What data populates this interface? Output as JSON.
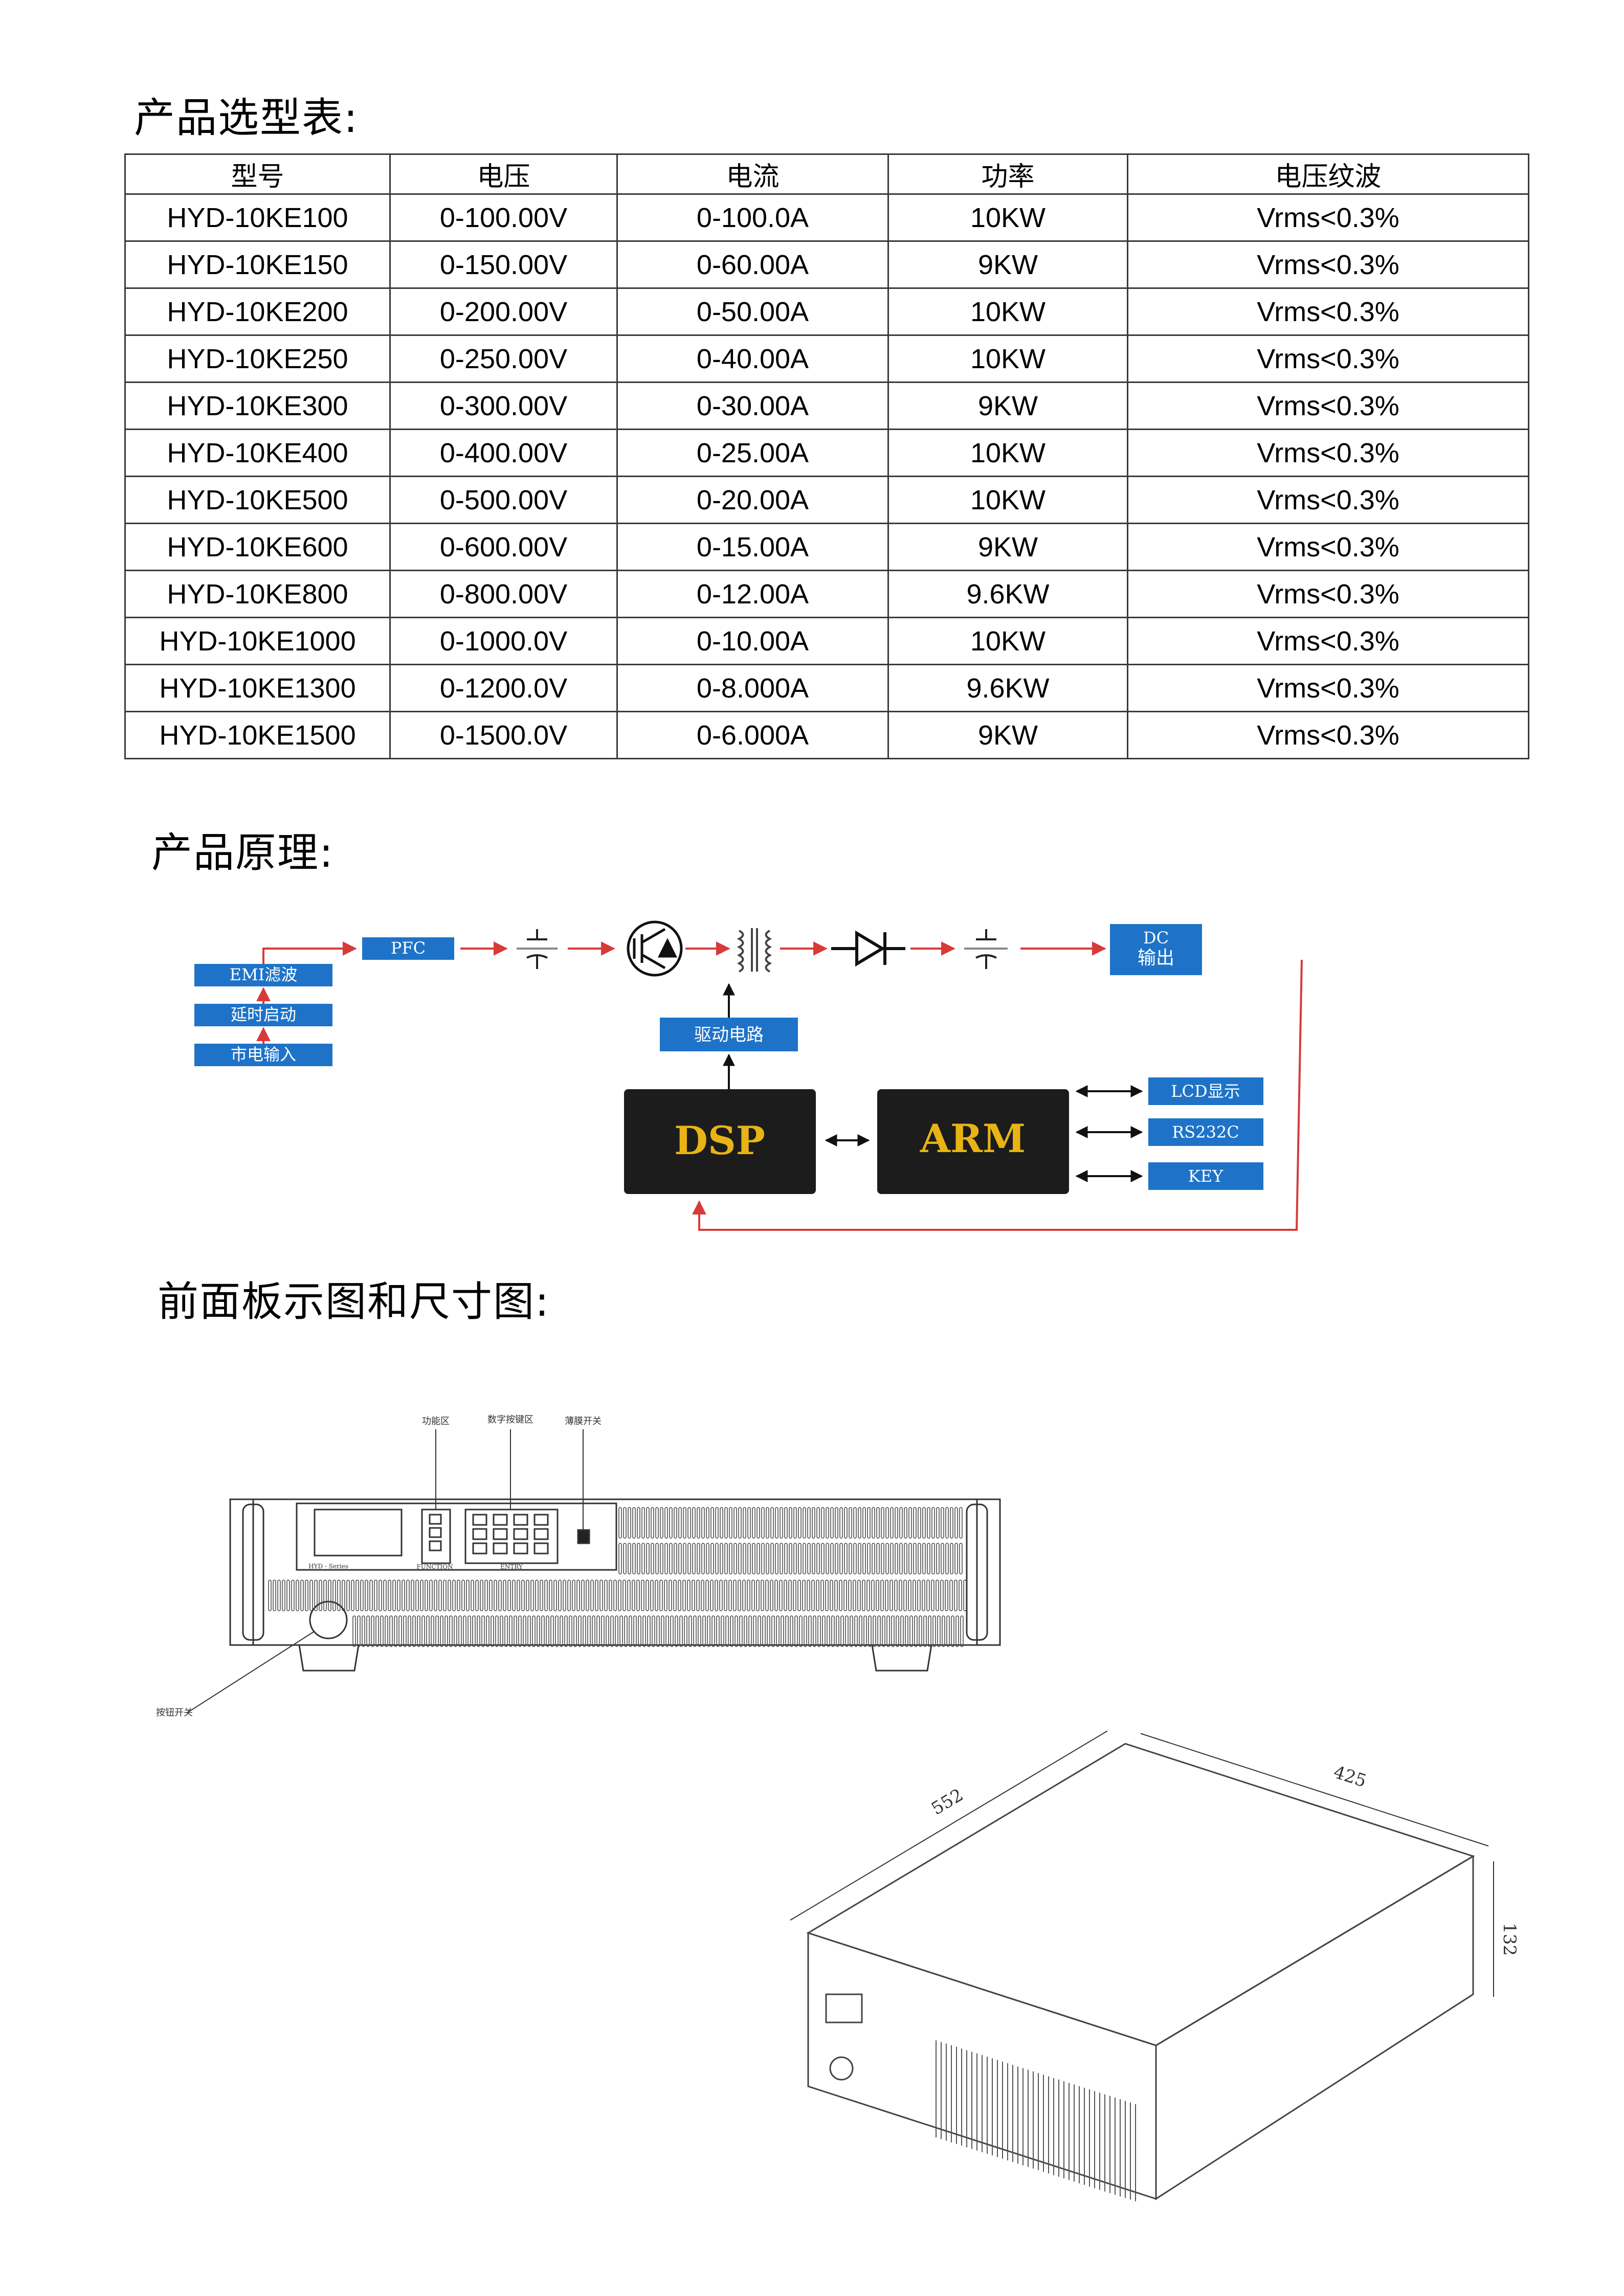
{
  "headings": {
    "table": "产品选型表:",
    "principle": "产品原理:",
    "panel": "前面板示图和尺寸图:"
  },
  "spec_table": {
    "columns": [
      "型号",
      "电压",
      "电流",
      "功率",
      "电压纹波"
    ],
    "rows": [
      [
        "HYD-10KE100",
        "0-100.00V",
        "0-100.0A",
        "10KW",
        "Vrms<0.3%"
      ],
      [
        "HYD-10KE150",
        "0-150.00V",
        "0-60.00A",
        "9KW",
        "Vrms<0.3%"
      ],
      [
        "HYD-10KE200",
        "0-200.00V",
        "0-50.00A",
        "10KW",
        "Vrms<0.3%"
      ],
      [
        "HYD-10KE250",
        "0-250.00V",
        "0-40.00A",
        "10KW",
        "Vrms<0.3%"
      ],
      [
        "HYD-10KE300",
        "0-300.00V",
        "0-30.00A",
        "9KW",
        "Vrms<0.3%"
      ],
      [
        "HYD-10KE400",
        "0-400.00V",
        "0-25.00A",
        "10KW",
        "Vrms<0.3%"
      ],
      [
        "HYD-10KE500",
        "0-500.00V",
        "0-20.00A",
        "10KW",
        "Vrms<0.3%"
      ],
      [
        "HYD-10KE600",
        "0-600.00V",
        "0-15.00A",
        "9KW",
        "Vrms<0.3%"
      ],
      [
        "HYD-10KE800",
        "0-800.00V",
        "0-12.00A",
        "9.6KW",
        "Vrms<0.3%"
      ],
      [
        "HYD-10KE1000",
        "0-1000.0V",
        "0-10.00A",
        "10KW",
        "Vrms<0.3%"
      ],
      [
        "HYD-10KE1300",
        "0-1200.0V",
        "0-8.000A",
        "9.6KW",
        "Vrms<0.3%"
      ],
      [
        "HYD-10KE1500",
        "0-1500.0V",
        "0-6.000A",
        "9KW",
        "Vrms<0.3%"
      ]
    ]
  },
  "block_diagram": {
    "pfc": "PFC",
    "emi": "EMI滤波",
    "delay_start": "延时启动",
    "mains_input": "市电输入",
    "driver": "驱动电路",
    "dsp": "DSP",
    "arm": "ARM",
    "lcd": "LCD显示",
    "rs232": "RS232C",
    "key": "KEY",
    "dc_line1": "DC",
    "dc_line2": "输出",
    "colors": {
      "box_blue": "#1e73c8",
      "arrow_red": "#d83a3a",
      "chip_text": "#e8b415",
      "chip_body": "#1c1c1c"
    }
  },
  "front_panel": {
    "callout_function": "功能区",
    "callout_keys": "数字按键区",
    "callout_switch": "薄膜开关",
    "callout_power": "按钮开关",
    "label_function": "FUNCTION",
    "label_entry": "ENTRY",
    "brand": "HYD - Series"
  },
  "dimensions": {
    "length": "552",
    "width": "425",
    "height": "132"
  }
}
